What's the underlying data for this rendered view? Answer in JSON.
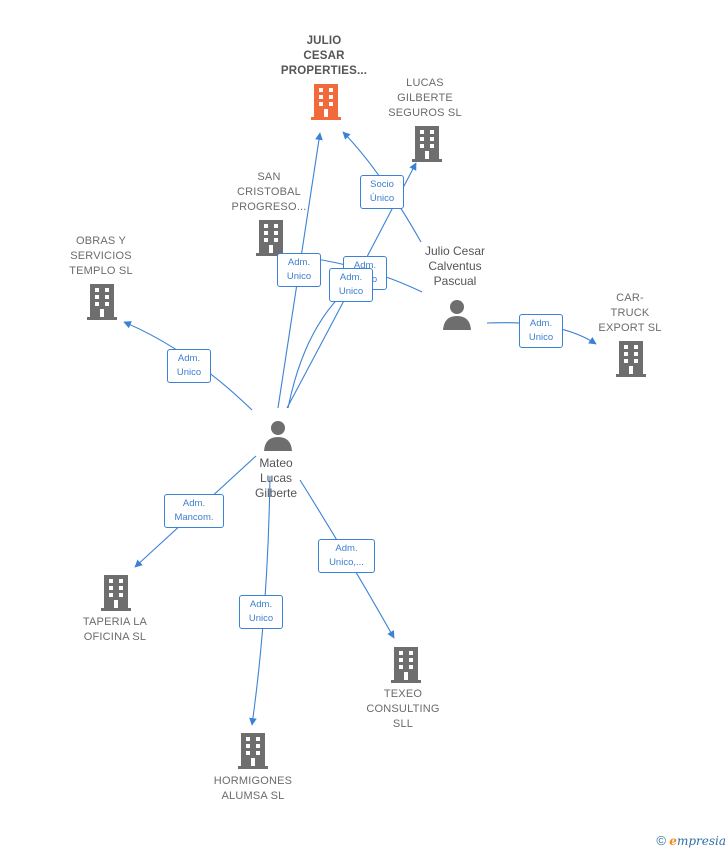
{
  "companies": [
    {
      "id": "julio-cesar-properties",
      "label": "JULIO\nCESAR\nPROPERTIES...",
      "highlight": true,
      "color": "#f26a3c"
    },
    {
      "id": "lucas-gilberte-seguros",
      "label": "LUCAS\nGILBERTE\nSEGUROS  SL"
    },
    {
      "id": "san-cristobal-progreso",
      "label": "SAN\nCRISTOBAL\nPROGRESO..."
    },
    {
      "id": "obras-y-servicios-templo",
      "label": "OBRAS Y\nSERVICIOS\nTEMPLO  SL"
    },
    {
      "id": "car-truck-export",
      "label": "CAR-\nTRUCK\nEXPORT  SL"
    },
    {
      "id": "taperia-la-oficina",
      "label": "TAPERIA LA\nOFICINA SL"
    },
    {
      "id": "texeo-consulting",
      "label": "TEXEO\nCONSULTING\nSLL"
    },
    {
      "id": "hormigones-alumsa",
      "label": "HORMIGONES\nALUMSA  SL"
    }
  ],
  "persons": [
    {
      "id": "mateo-lucas-gilberte",
      "label": "Mateo\nLucas\nGilberte"
    },
    {
      "id": "julio-cesar-calventus-pascual",
      "label": "Julio Cesar\nCalventus\nPascual"
    }
  ],
  "edges": [
    {
      "id": "e1",
      "label": "Adm.\nUnico"
    },
    {
      "id": "e2",
      "label": "Adm.\nUnico"
    },
    {
      "id": "e3",
      "label": "Adm.\nUnico"
    },
    {
      "id": "e4",
      "label": "Adm.\nMancom."
    },
    {
      "id": "e5",
      "label": "Adm.\nUnico"
    },
    {
      "id": "e6",
      "label": "Adm.\nUnico,..."
    },
    {
      "id": "e7",
      "label": "Socio\nÚnico"
    },
    {
      "id": "e8",
      "label": "Adm.\nUnico"
    },
    {
      "id": "e9",
      "label": "Adm.\nUnico"
    }
  ],
  "colors": {
    "edge": "#3b82d6",
    "building": "#6e6e6e",
    "person": "#6e6e6e",
    "highlight": "#f26a3c"
  },
  "footer": {
    "copyright": "©",
    "brand_initial": "e",
    "brand_rest": "mpresia"
  }
}
